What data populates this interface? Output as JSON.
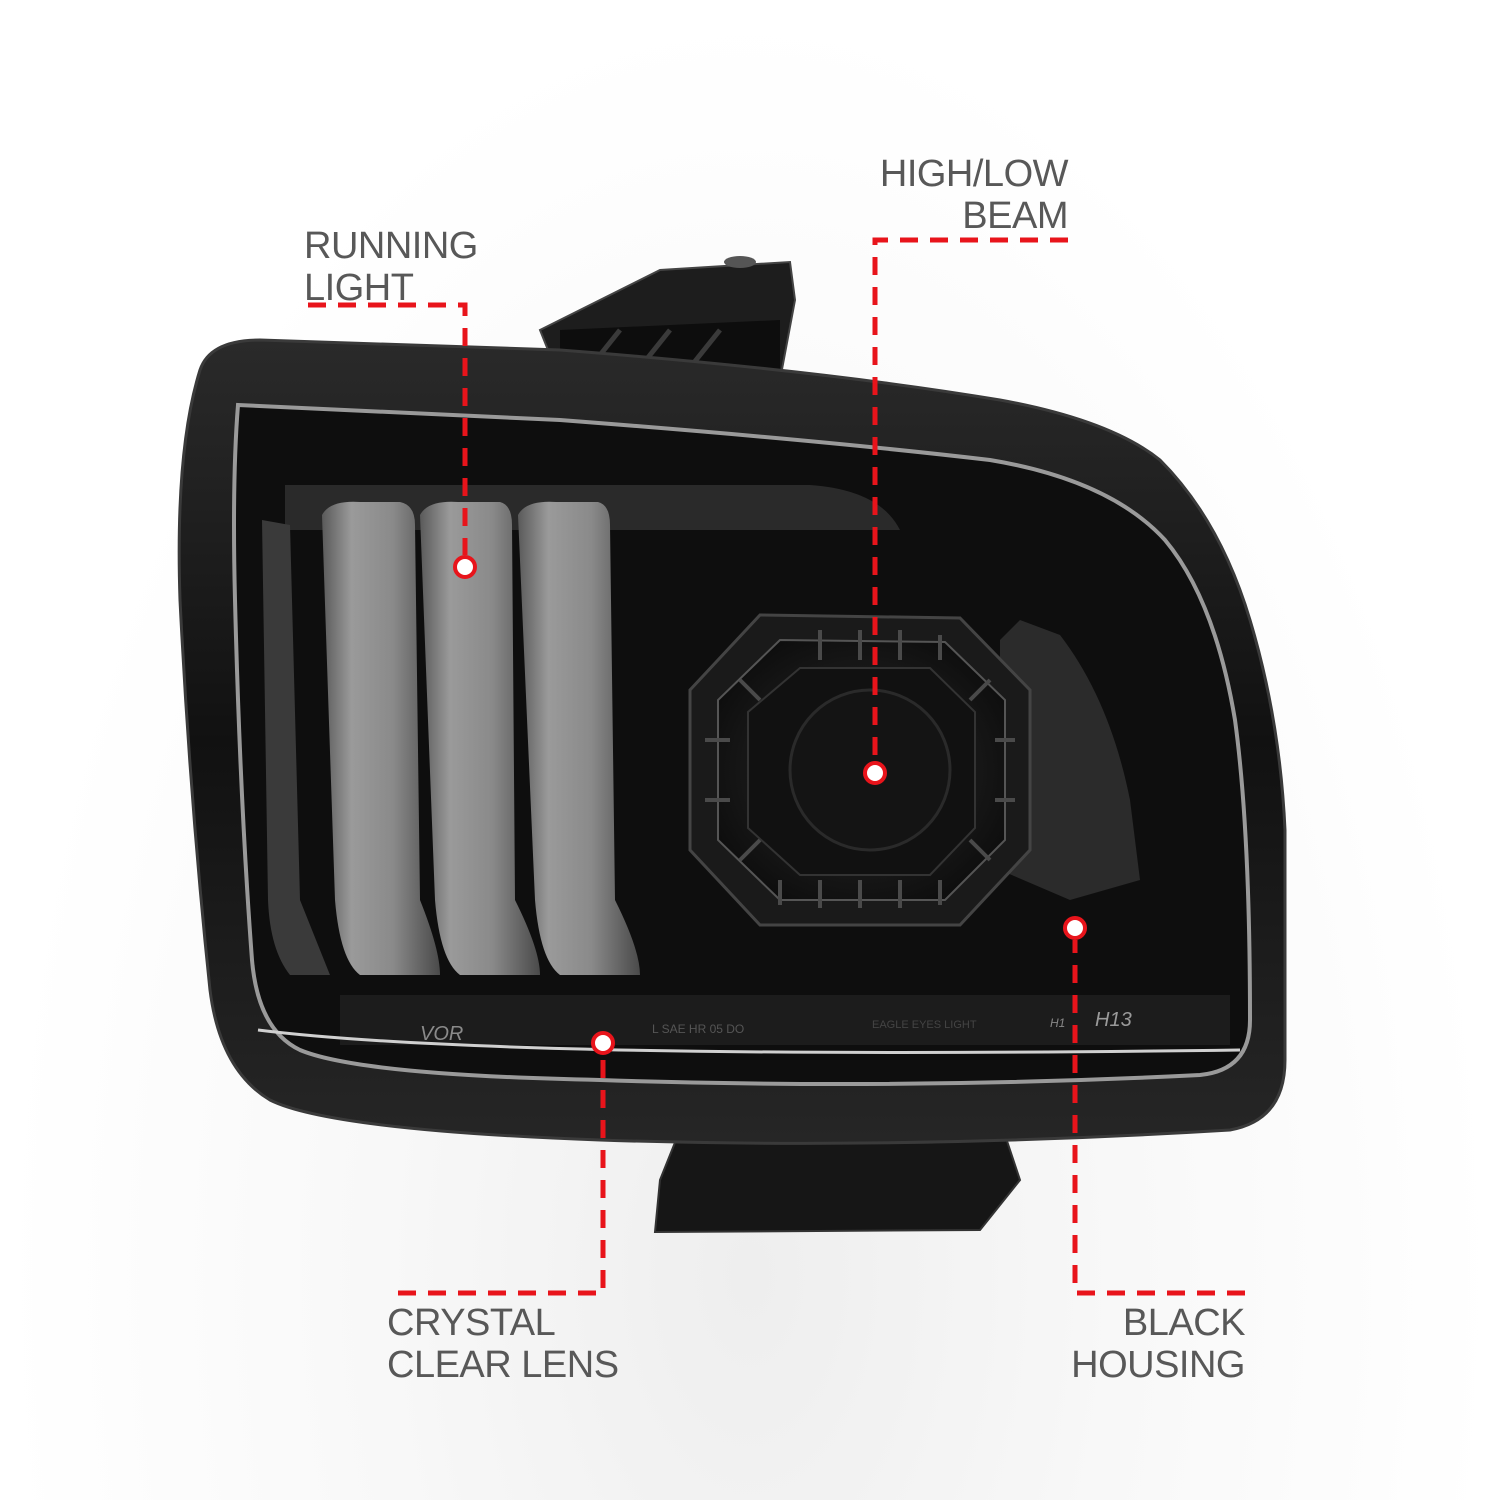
{
  "callouts": {
    "running_light": {
      "line1": "RUNNING",
      "line2": "LIGHT"
    },
    "high_low_beam": {
      "line1": "HIGH/LOW",
      "line2": "BEAM"
    },
    "crystal_clear_lens": {
      "line1": "CRYSTAL",
      "line2": "CLEAR LENS"
    },
    "black_housing": {
      "line1": "BLACK",
      "line2": "HOUSING"
    }
  },
  "lens_markings": {
    "left": "VOR",
    "center": "L SAE HR 05 DO",
    "right_small": "EAGLE EYES LIGHT",
    "bulb_h1": "H1",
    "bulb_h13": "H13"
  },
  "colors": {
    "callout_line": "#e8141b",
    "label_text": "#585858",
    "housing": "#151515",
    "light_bar": "#8c8c8c"
  }
}
